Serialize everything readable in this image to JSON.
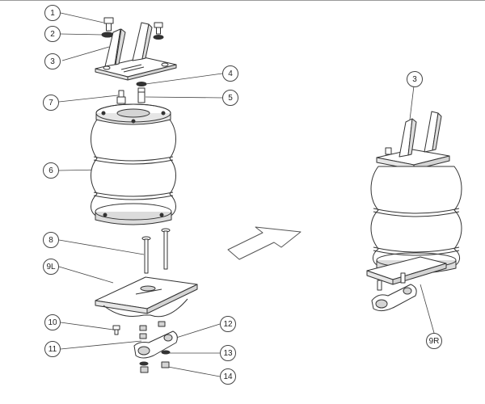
{
  "callouts": {
    "c1": "1",
    "c2": "2",
    "c3": "3",
    "c4": "4",
    "c5": "5",
    "c6": "6",
    "c7": "7",
    "c8": "8",
    "c9l": "9L",
    "c10": "10",
    "c11": "11",
    "c12": "12",
    "c13": "13",
    "c14": "14",
    "c3r": "3",
    "c9r": "9R"
  },
  "colors": {
    "line": "#333333",
    "fill": "#ffffff",
    "shade": "#d4d4d4",
    "dark": "#9a9a9a"
  }
}
